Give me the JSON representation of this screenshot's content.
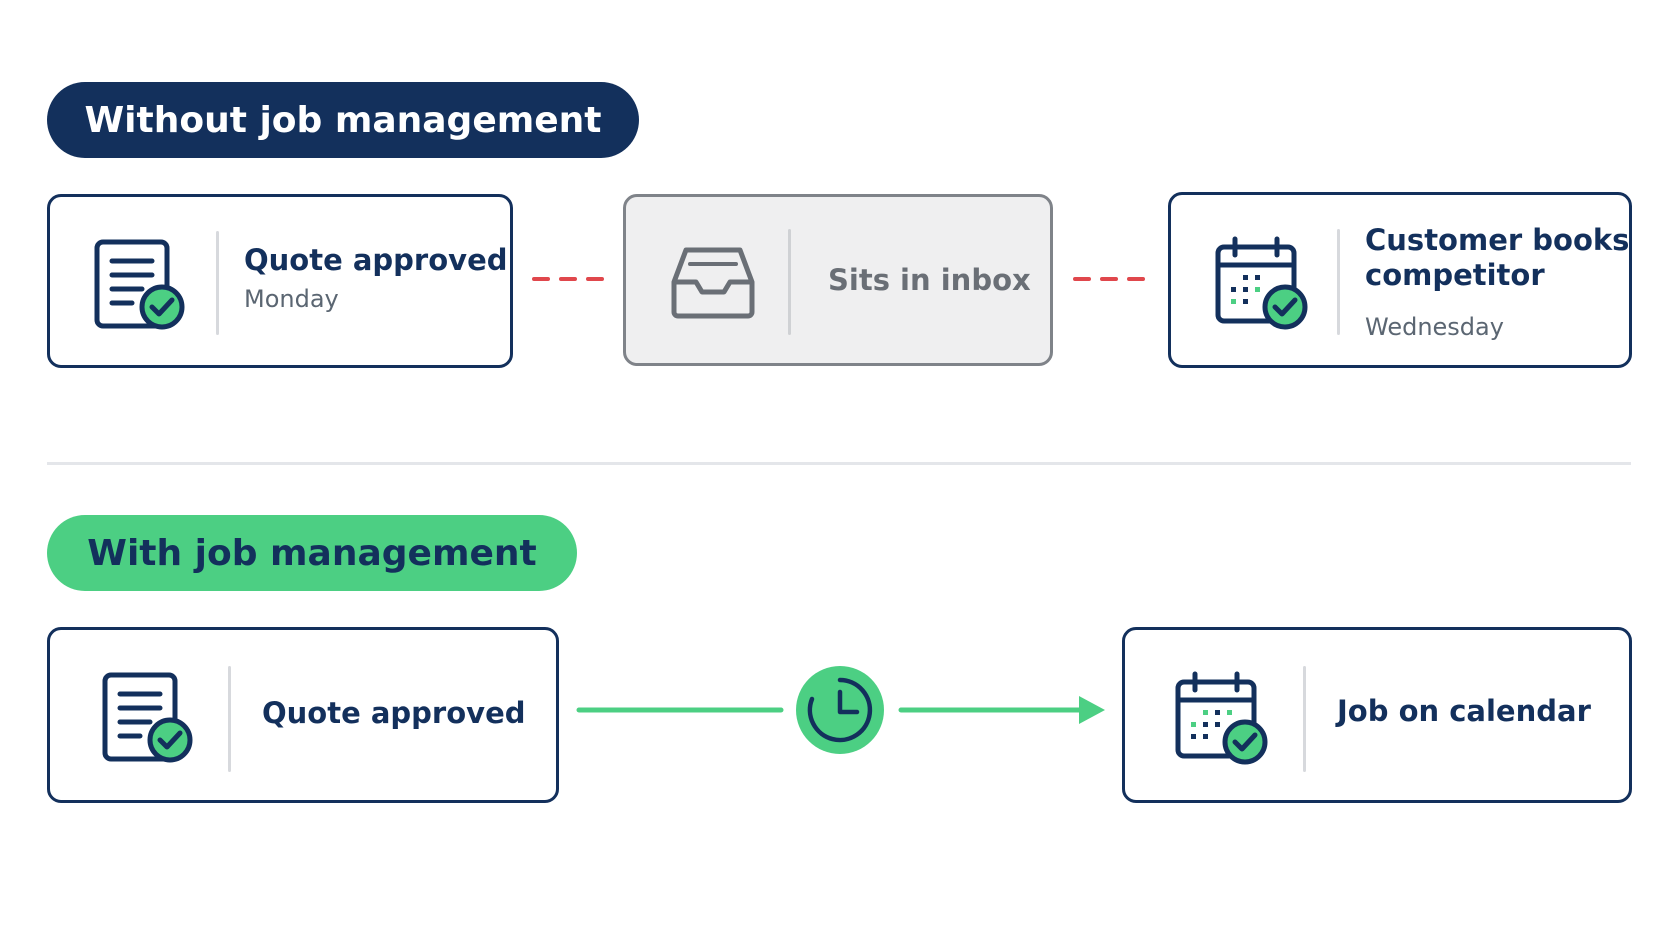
{
  "without": {
    "label": "Without job management",
    "step1": {
      "title": "Quote approved",
      "day": "Monday",
      "icon": "document-check-icon"
    },
    "step2": {
      "title": "Sits in inbox",
      "icon": "inbox-tray-icon"
    },
    "step3": {
      "title_line1": "Customer books",
      "title_line2": "competitor",
      "day": "Wednesday",
      "icon": "calendar-check-icon"
    },
    "connector_color": "#e0474c"
  },
  "with": {
    "label": "With job management",
    "step1": {
      "title": "Quote approved",
      "icon": "document-check-icon"
    },
    "timer_icon": "clock-icon",
    "step2": {
      "title": "Job on calendar",
      "icon": "calendar-check-icon"
    },
    "connector_color": "#4ccf83"
  },
  "colors": {
    "navy": "#13305c",
    "green": "#4ccf83",
    "red_dash": "#e0474c",
    "inbox_bg": "#efeff0",
    "inbox_border": "#7f8389"
  }
}
